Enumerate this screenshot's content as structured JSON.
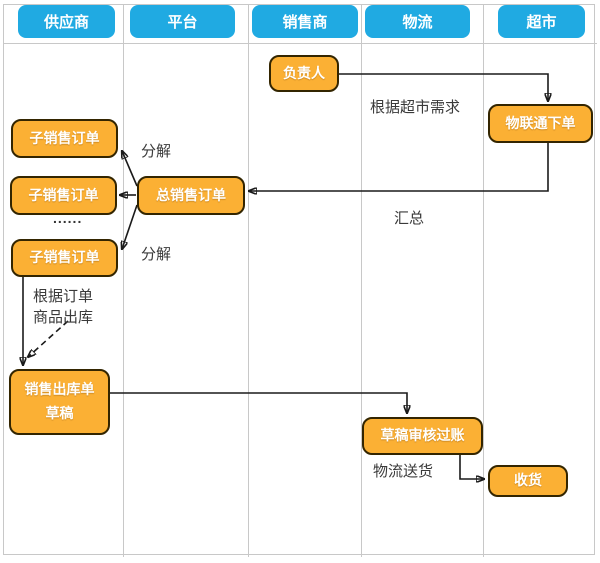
{
  "lanes": {
    "columns": [
      {
        "label": "供应商"
      },
      {
        "label": "平台"
      },
      {
        "label": "销售商"
      },
      {
        "label": "物流"
      },
      {
        "label": "超市"
      }
    ]
  },
  "nodes": {
    "responsible": {
      "label": "负责人"
    },
    "iot_order": {
      "label": "物联通下单"
    },
    "sub_order_1": {
      "label": "子销售订单"
    },
    "total_order": {
      "label": "总销售订单"
    },
    "sub_order_2": {
      "label": "子销售订单"
    },
    "ellipsis": {
      "label": "......"
    },
    "sub_order_3": {
      "label": "子销售订单"
    },
    "outbound_draft": {
      "line1": "销售出库单",
      "line2": "草稿"
    },
    "draft_posting": {
      "label": "草稿审核过账"
    },
    "receive_goods": {
      "label": "收货"
    }
  },
  "labels": {
    "per_supermarket_demand": "根据超市需求",
    "decompose_1": "分解",
    "summarize": "汇总",
    "decompose_2": "分解",
    "per_order_line1": "根据订单",
    "per_order_line2": "商品出库",
    "logistics_delivery": "物流送货"
  },
  "colors": {
    "header_fill": "#20aae2",
    "node_fill": "#fbb034",
    "node_border": "#332500",
    "node_text": "#ffffff",
    "grid_line": "#c8c8c8",
    "label_text": "#3a3a3a",
    "arrow": "#1a1a1a",
    "background": "#ffffff"
  }
}
